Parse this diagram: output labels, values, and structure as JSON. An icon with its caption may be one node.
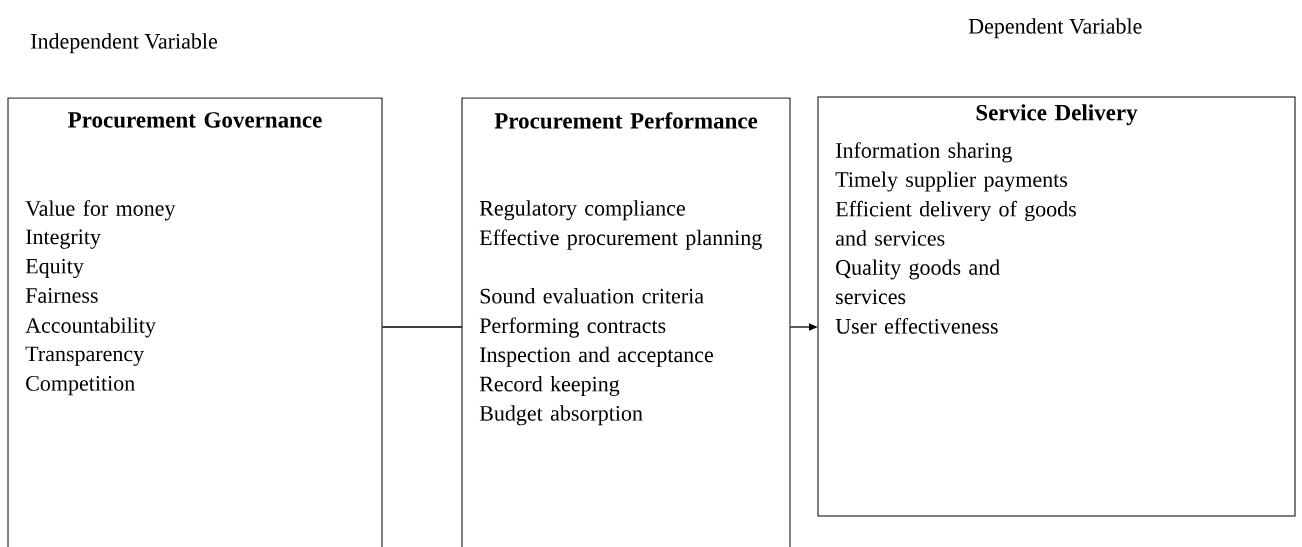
{
  "diagram": {
    "nodes": [
      {
        "text": [
          "Procurement Governance",
          "Value for money",
          "Integrity",
          "Equity",
          "Fairness",
          "Accountability",
          "Transparency",
          "Competition"
        ]
      },
      {
        "text": [
          "Procurement Performance",
          "Regulatory compliance",
          "Effective procurement planning",
          "Sound evaluation criteria",
          "Performing contracts",
          "Inspection and acceptance",
          "Record keeping",
          "Budget absorption"
        ]
      },
      {
        "text": [
          "Service Delivery",
          "Information sharing",
          "Timely supplier payments",
          "Efficient delivery of goods and services",
          "Quality goods and services",
          "User effectiveness"
        ]
      }
    ],
    "edges": [
      {
        "from": 0,
        "to": 1,
        "arrow": "none"
      },
      {
        "from": 1,
        "to": 2,
        "arrow": "to"
      }
    ],
    "labels": [
      "Independent Variable",
      "Dependent Variable"
    ]
  }
}
